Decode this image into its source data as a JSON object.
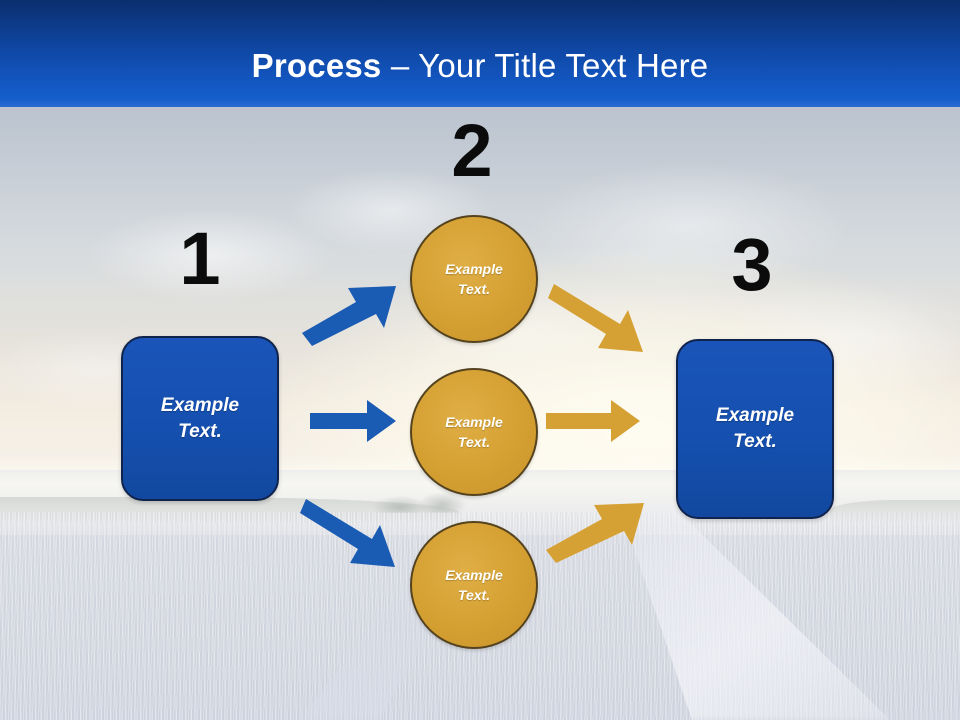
{
  "slide": {
    "title": {
      "strong": "Process",
      "rest": " – Your Title Text Here"
    },
    "background": {
      "description": "sky-over-wheat-field-photo"
    }
  },
  "theme": {
    "title_bar_top": "#0b2f6e",
    "title_bar_bottom": "#145ecb",
    "blue_shape_fill": "#1550b0",
    "blue_shape_border": "#10234c",
    "gold_shape_fill": "#d5a032",
    "gold_shape_border": "#54431e",
    "blue_arrow": "#1a5bb3",
    "gold_arrow": "#d6a134",
    "number_color": "#0b0b0b",
    "shape_text_color": "#ffffff"
  },
  "steps": [
    {
      "number": "1",
      "label": "Example\nText.",
      "line1": "Example",
      "line2": "Text."
    },
    {
      "number": "2",
      "label": "Example\nText.",
      "line1": "Example",
      "line2": "Text."
    },
    {
      "number": "3",
      "label": "Example\nText.",
      "line1": "Example",
      "line2": "Text."
    }
  ],
  "stage1": {
    "number": "1",
    "box": {
      "line1": "Example",
      "line2": "Text."
    }
  },
  "stage2": {
    "number": "2",
    "circles": [
      {
        "line1": "Example",
        "line2": "Text."
      },
      {
        "line1": "Example",
        "line2": "Text."
      },
      {
        "line1": "Example",
        "line2": "Text."
      }
    ]
  },
  "stage3": {
    "number": "3",
    "box": {
      "line1": "Example",
      "line2": "Text."
    }
  },
  "connectors": {
    "blue": [
      {
        "name": "arrow-box1-to-circle1",
        "direction": "up-right"
      },
      {
        "name": "arrow-box1-to-circle2",
        "direction": "right"
      },
      {
        "name": "arrow-box1-to-circle3",
        "direction": "down-right"
      }
    ],
    "gold": [
      {
        "name": "arrow-circle1-to-box3",
        "direction": "down-right"
      },
      {
        "name": "arrow-circle2-to-box3",
        "direction": "right"
      },
      {
        "name": "arrow-circle3-to-box3",
        "direction": "up-right"
      }
    ]
  }
}
